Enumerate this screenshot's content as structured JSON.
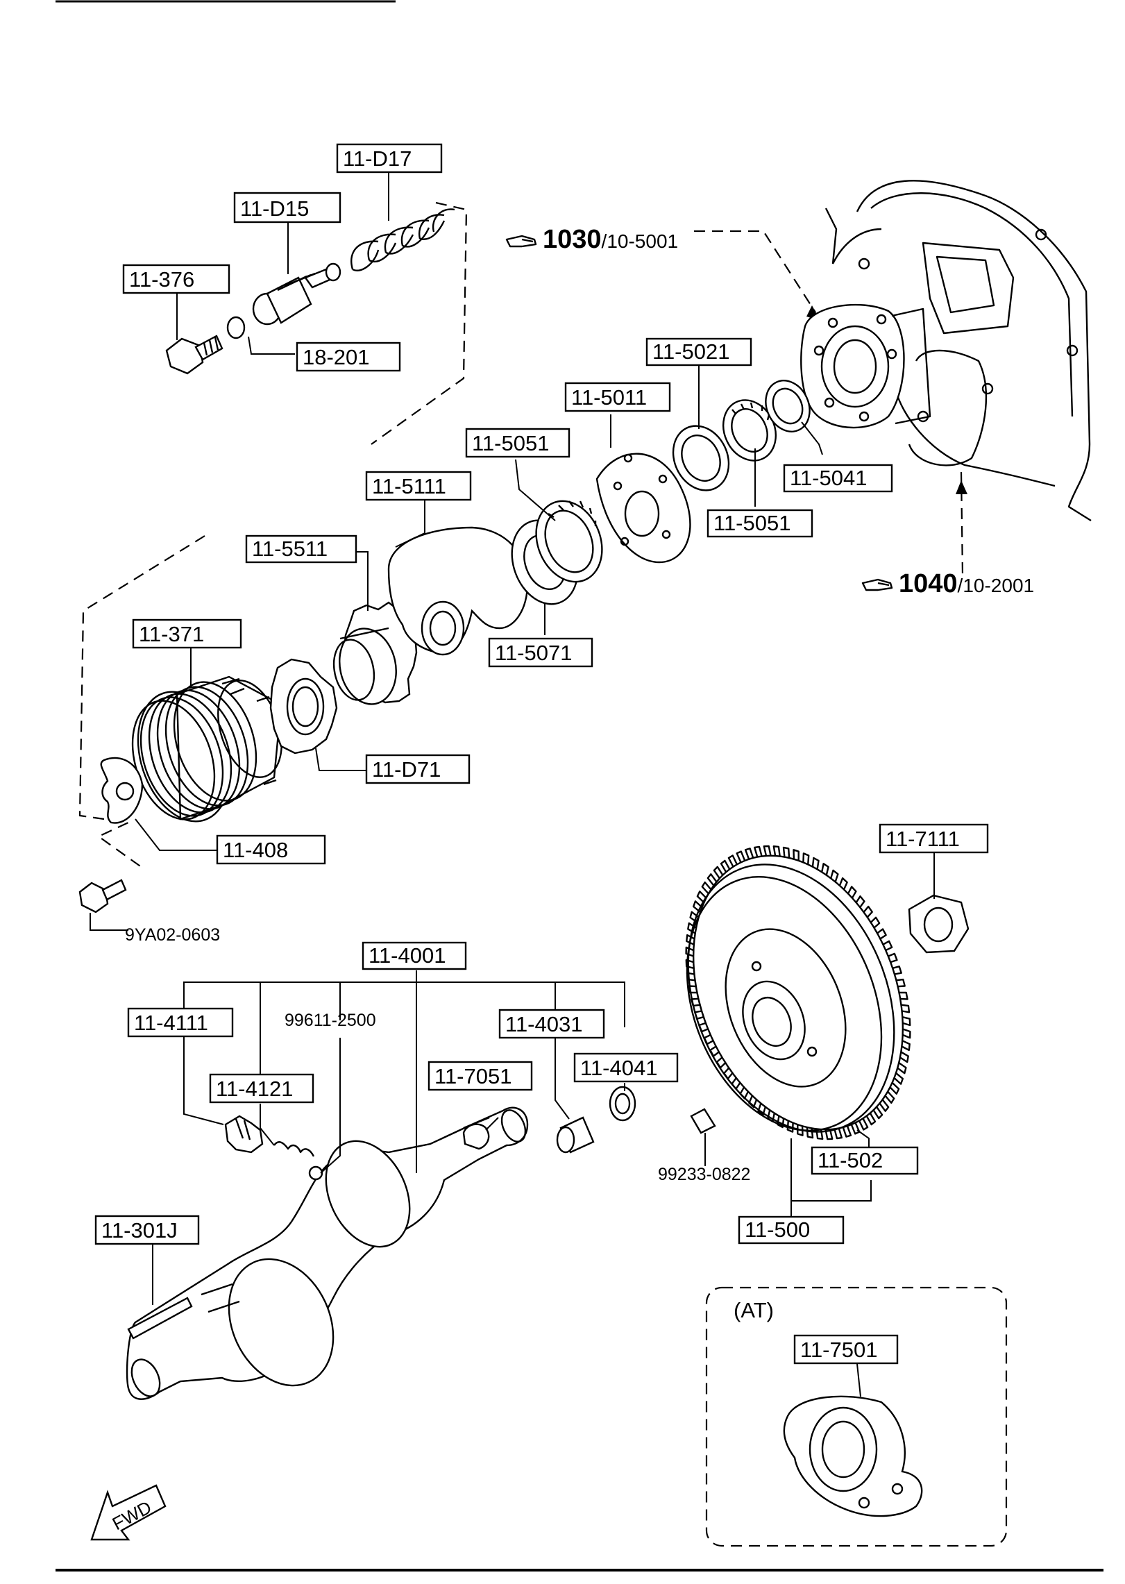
{
  "labels": [
    "11-D17",
    "11-D15",
    "11-376",
    "18-201",
    "11-5021",
    "11-5011",
    "11-5051",
    "11-5111",
    "11-5041",
    "11-5051",
    "11-5511",
    "11-5071",
    "11-371",
    "11-D71",
    "11-408",
    "11-7111",
    "11-4001",
    "11-4111",
    "11-4031",
    "11-4041",
    "11-4121",
    "11-7051",
    "11-502",
    "11-500",
    "11-301J",
    "11-7501"
  ],
  "free_labels": [
    "9YA02-0603",
    "99611-2500",
    "99233-0822"
  ],
  "refs": [
    {
      "num": "1030",
      "sub": "/10-5001"
    },
    {
      "num": "1040",
      "sub": "/10-2001"
    }
  ],
  "at_box_label": "(AT)",
  "fwd_label": "FWD",
  "icons": {
    "reference_pointer": "pointing-hand-icon",
    "direction": "forward-arrow-icon"
  }
}
